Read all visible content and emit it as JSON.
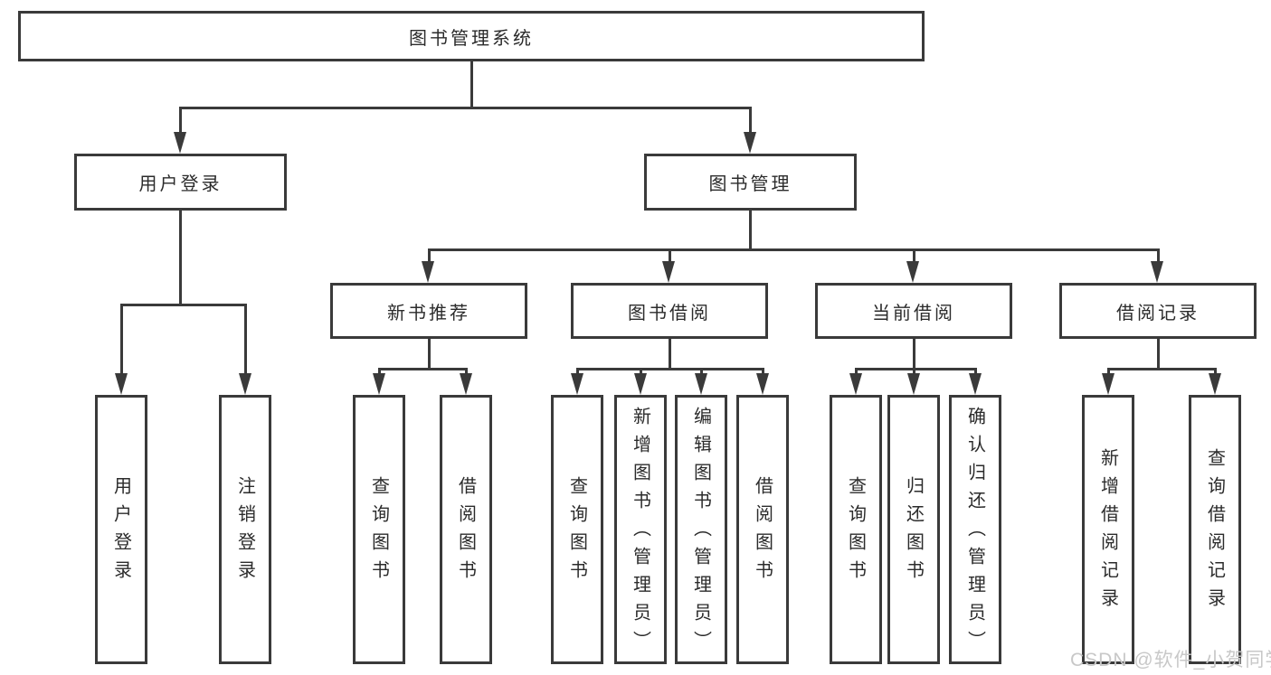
{
  "title": "图书管理系统",
  "nodes": {
    "root": "图书管理系统",
    "user_login": "用户登录",
    "book_management": "图书管理",
    "new_book_recommend": "新书推荐",
    "book_borrow": "图书借阅",
    "current_borrow": "当前借阅",
    "borrow_record": "借阅记录",
    "leaf_user_login": "用户登录",
    "leaf_logout": "注销登录",
    "leaf_nb_query_book": "查询图书",
    "leaf_nb_borrow_book": "借阅图书",
    "leaf_bb_query_book": "查询图书",
    "leaf_bb_add_book": "新增图书（管理员）",
    "leaf_bb_edit_book": "编辑图书（管理员）",
    "leaf_bb_borrow_book": "借阅图书",
    "leaf_cb_query_book": "查询图书",
    "leaf_cb_return_book": "归还图书",
    "leaf_cb_confirm_return": "确认归还（管理员）",
    "leaf_br_add_record": "新增借阅记录",
    "leaf_br_query_record": "查询借阅记录"
  },
  "watermark": "CSDN @软件_小贺同学",
  "colors": {
    "line": "#3a3a3a",
    "box_border": "#3a3a3a",
    "text": "#2b2b2b",
    "watermark": "#c8c8c8",
    "background": "#ffffff"
  }
}
